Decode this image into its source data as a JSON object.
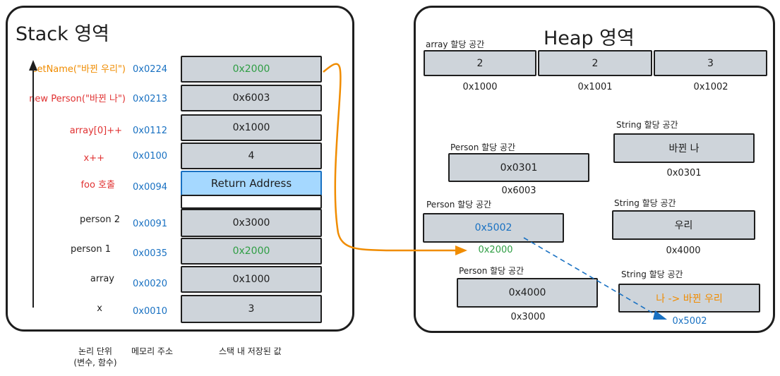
{
  "stack": {
    "title": "Stack 영역",
    "rows": [
      {
        "label": "setName(\"바뀐 우리\")",
        "label_color": "#f08c00",
        "address": "0x0224",
        "value": "0x2000",
        "value_color": "#2f9e44"
      },
      {
        "label": "new Person(\"바뀐 나\")",
        "label_color": "#e03131",
        "address": "0x0213",
        "value": "0x6003",
        "value_color": "#1e1e1e"
      },
      {
        "label": "array[0]++",
        "label_color": "#e03131",
        "address": "0x0112",
        "value": "0x1000",
        "value_color": "#1e1e1e"
      },
      {
        "label": "x++",
        "label_color": "#e03131",
        "address": "0x0100",
        "value": "4",
        "value_color": "#1e1e1e"
      },
      {
        "label": "foo 호출",
        "label_color": "#e03131",
        "address": "0x0094",
        "value": "Return Address",
        "value_color": "#1e1e1e"
      },
      {
        "label": "",
        "label_color": "#1e1e1e",
        "address": "",
        "value": "",
        "value_color": "#1e1e1e"
      },
      {
        "label": "person 2",
        "label_color": "#1e1e1e",
        "address": "0x0091",
        "value": "0x3000",
        "value_color": "#1e1e1e"
      },
      {
        "label": "person 1",
        "label_color": "#1e1e1e",
        "address": "0x0035",
        "value": "0x2000",
        "value_color": "#2f9e44"
      },
      {
        "label": "array",
        "label_color": "#1e1e1e",
        "address": "0x0020",
        "value": "0x1000",
        "value_color": "#1e1e1e"
      },
      {
        "label": "x",
        "label_color": "#1e1e1e",
        "address": "0x0010",
        "value": "3",
        "value_color": "#1e1e1e"
      }
    ],
    "footer": {
      "col1_line1": "논리 단위",
      "col1_line2": "(변수, 함수)",
      "col2": "메모리 주소",
      "col3": "스택 내 저장된 값"
    }
  },
  "heap": {
    "title": "Heap 영역",
    "array_block": {
      "caption": "array 할당 공간",
      "cells": [
        "2",
        "2",
        "3"
      ],
      "addresses": [
        "0x1000",
        "0x1001",
        "0x1002"
      ]
    },
    "person_6003": {
      "caption": "Person 할당 공간",
      "value": "0x0301",
      "address": "0x6003"
    },
    "string_0301": {
      "caption": "String 할당 공간",
      "value": "바뀐 나",
      "address": "0x0301"
    },
    "person_2000": {
      "caption": "Person 할당 공간",
      "value": "0x5002",
      "address": "0x2000"
    },
    "string_4000": {
      "caption": "String 할당 공간",
      "value": "우리",
      "address": "0x4000"
    },
    "person_3000": {
      "caption": "Person 할당 공간",
      "value": "0x4000",
      "address": "0x3000"
    },
    "string_5002": {
      "caption": "String 할당 공간",
      "value": "나 -> 바뀐 우리",
      "address": "0x5002"
    }
  },
  "colors": {
    "stroke": "#1e1e1e",
    "box_fill": "#ced4da",
    "highlight_fill": "#a5d8ff",
    "address_blue": "#1971c2",
    "pointer_green": "#2f9e44",
    "call_red": "#e03131",
    "arrow_orange": "#f08c00"
  }
}
